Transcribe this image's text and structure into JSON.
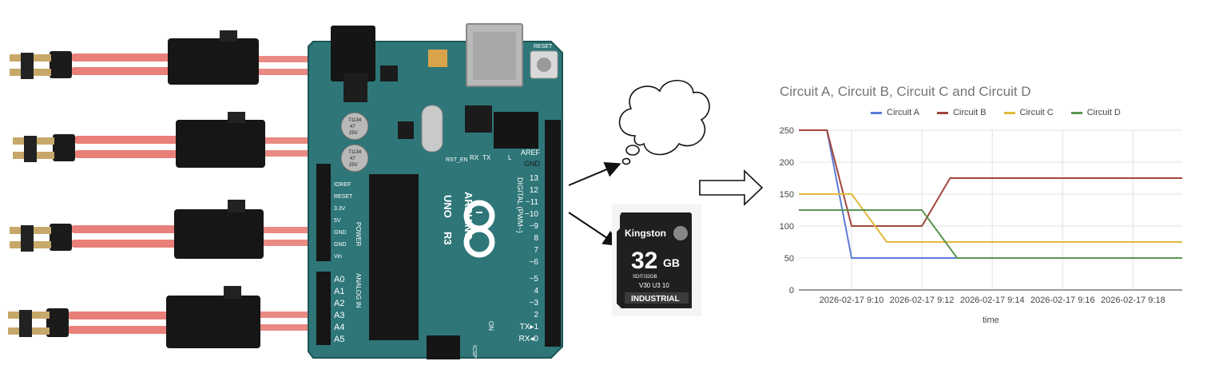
{
  "board": {
    "logo": "ARDUINO",
    "model_uno": "UNO",
    "model_r3": "R3",
    "reset_label": "RESET",
    "aref": "AREF",
    "gnd": "GND",
    "digital_label": "DIGITAL (PWM~)",
    "digital_pins": [
      "13",
      "12",
      "~11",
      "~10",
      "~9",
      "8",
      "7",
      "~6",
      "~5",
      "4",
      "~3",
      "2",
      "TX▸1",
      "RX◂0"
    ],
    "power_pins": [
      "IOREF",
      "RESET",
      "3.3V",
      "5V",
      "GND",
      "GND",
      "Vin"
    ],
    "power_label": "POWER",
    "analog_pins": [
      "A0",
      "A1",
      "A2",
      "A3",
      "A4",
      "A5"
    ],
    "analog_label": "ANALOG IN",
    "cap1": [
      "71134",
      "47",
      "25V"
    ],
    "cap2": [
      "71134",
      "47",
      "25V"
    ],
    "rx": "RX",
    "tx": "TX",
    "l": "L",
    "on": "ON",
    "icsp": "ICSP",
    "rst_en": "RST_EN"
  },
  "sdcard": {
    "brand": "Kingston",
    "capacity": "32",
    "unit": "GB",
    "model": "SDIT/32GB",
    "class_marks": "V30 U3 10",
    "grade": "INDUSTRIAL"
  },
  "chart_data": {
    "type": "line",
    "title": "Circuit A, Circuit B, Circuit C and Circuit D",
    "xlabel": "time",
    "ylabel": "",
    "ylim": [
      0,
      250
    ],
    "yticks": [
      "0",
      "50",
      "100",
      "150",
      "200",
      "250"
    ],
    "x_tick_labels": [
      "2026-02-17 9:10",
      "2026-02-17 9:12",
      "2026-02-17 9:14",
      "2026-02-17 9:16",
      "2026-02-17 9:18"
    ],
    "x_tick_minutes": [
      10,
      12,
      14,
      16,
      18
    ],
    "xlim_minutes": [
      8.5,
      19.4
    ],
    "grid": true,
    "legend_position": "top",
    "series": [
      {
        "name": "Circuit A",
        "color": "#5b7bd8",
        "points": [
          [
            8.5,
            250
          ],
          [
            9.3,
            250
          ],
          [
            10.0,
            50
          ],
          [
            11.8,
            50
          ],
          [
            13.0,
            50
          ],
          [
            19.4,
            50
          ]
        ]
      },
      {
        "name": "Circuit B",
        "color": "#a2463c",
        "points": [
          [
            8.5,
            250
          ],
          [
            9.3,
            250
          ],
          [
            10.0,
            100
          ],
          [
            11.8,
            100
          ],
          [
            12.0,
            100
          ],
          [
            12.8,
            175
          ],
          [
            19.4,
            175
          ]
        ]
      },
      {
        "name": "Circuit C",
        "color": "#e2b93b",
        "points": [
          [
            8.5,
            150
          ],
          [
            9.5,
            150
          ],
          [
            10.0,
            150
          ],
          [
            11.0,
            75
          ],
          [
            12.0,
            75
          ],
          [
            19.4,
            75
          ]
        ]
      },
      {
        "name": "Circuit D",
        "color": "#5a9550",
        "points": [
          [
            8.5,
            125
          ],
          [
            10.0,
            125
          ],
          [
            12.0,
            125
          ],
          [
            13.0,
            50
          ],
          [
            19.4,
            50
          ]
        ]
      }
    ]
  }
}
